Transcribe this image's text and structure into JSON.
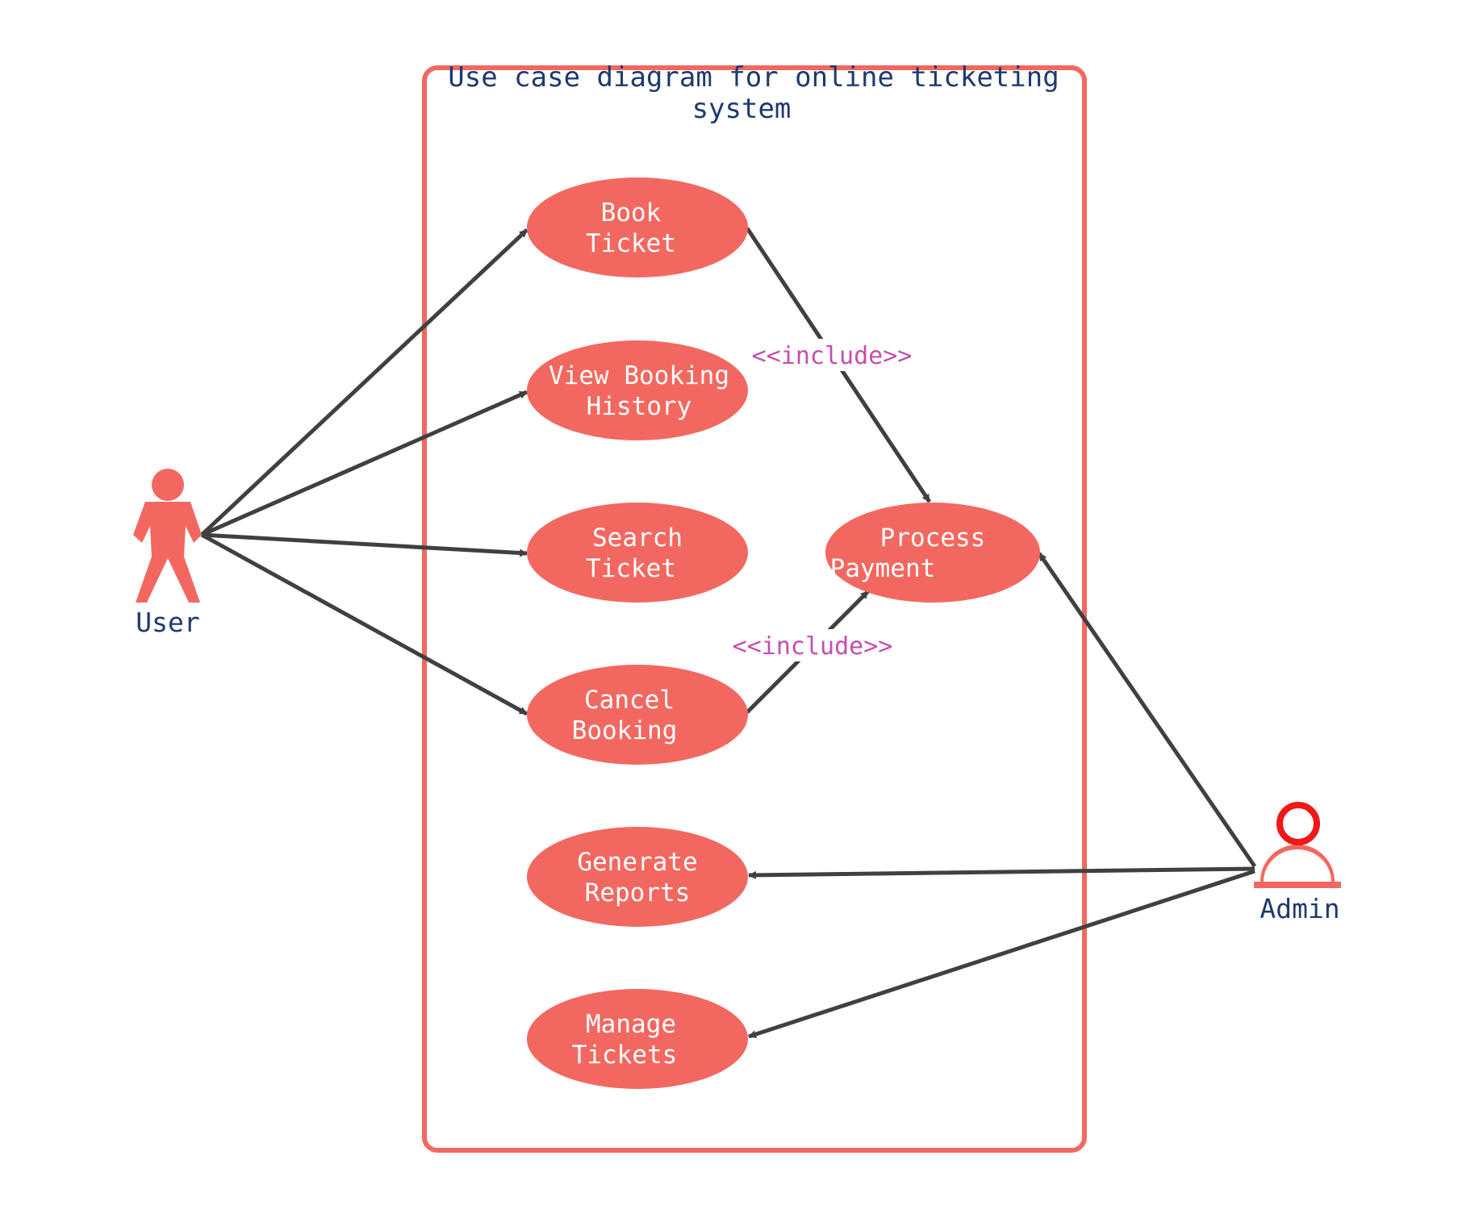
{
  "diagram": {
    "title_line1": "Use case diagram for online ticketing",
    "title_line2": "system",
    "colors": {
      "accent": "#f26860",
      "text_dark": "#1f3a6d",
      "arrow": "#404040",
      "include": "#c44fb0",
      "admin_head": "#f01818"
    },
    "actors": {
      "user": {
        "label": "User",
        "icon": "person-figure-icon"
      },
      "admin": {
        "label": "Admin",
        "icon": "person-outline-icon"
      }
    },
    "use_cases": {
      "book_ticket": {
        "line1": "Book",
        "line2": "Ticket"
      },
      "view_history": {
        "line1": "View Booking",
        "line2": "History"
      },
      "search_ticket": {
        "line1": "Search",
        "line2": "Ticket"
      },
      "cancel_booking": {
        "line1": "Cancel",
        "line2": "Booking"
      },
      "generate_reports": {
        "line1": "Generate",
        "line2": "Reports"
      },
      "manage_tickets": {
        "line1": "Manage",
        "line2": "Tickets"
      },
      "process_payment": {
        "line1": "Process",
        "line2": "Payment"
      }
    },
    "relationships": {
      "include_1": "<<include>>",
      "include_2": "<<include>>"
    }
  }
}
